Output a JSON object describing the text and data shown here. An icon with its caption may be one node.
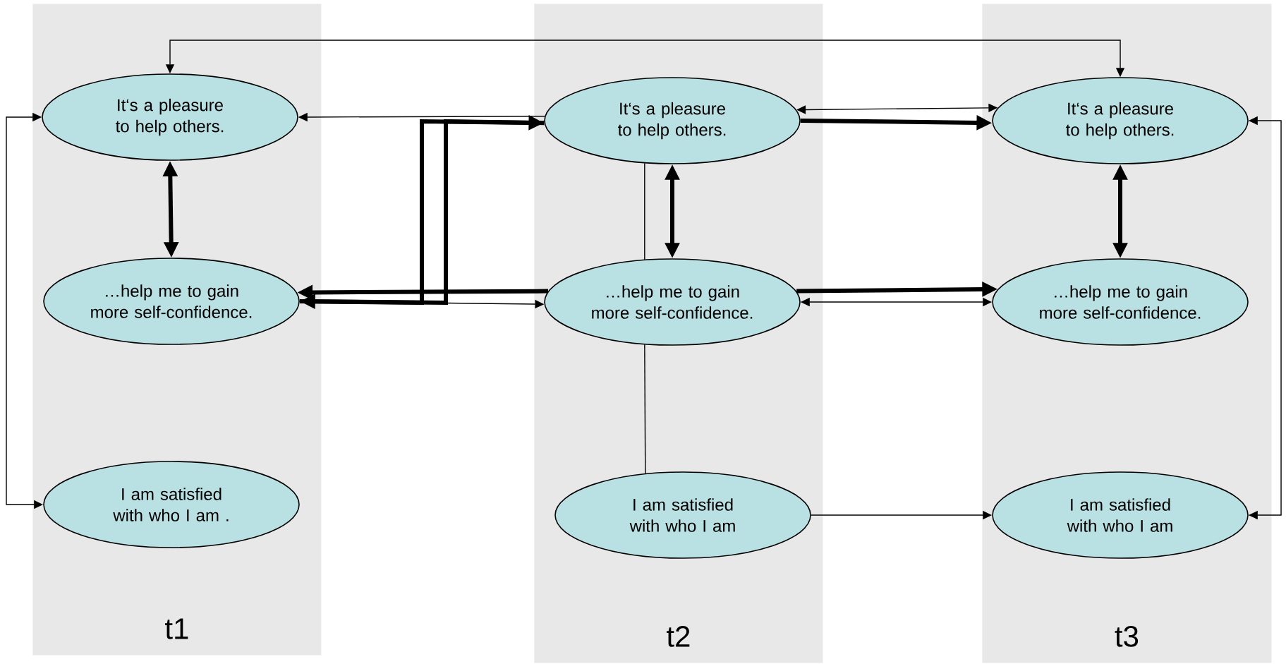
{
  "diagram": {
    "nodes": [
      {
        "text": [
          "t1"
        ]
      },
      {
        "text": [
          "It‘s a pleasure to help others."
        ],
        "in": 0
      },
      {
        "text": [
          "…help me to gain more self-confidence."
        ],
        "in": 0
      },
      {
        "text": [
          "I am satisfied with who I am ."
        ],
        "in": 0
      },
      {
        "text": [
          "t2"
        ]
      },
      {
        "text": [
          "It‘s a pleasure to help others."
        ],
        "in": 4
      },
      {
        "text": [
          "…help me to gain more self-confidence."
        ],
        "in": 4
      },
      {
        "text": [
          "I am satisfied with who I am"
        ],
        "in": 4
      },
      {
        "text": [
          "t3"
        ]
      },
      {
        "text": [
          "It‘s a pleasure to help others."
        ],
        "in": 8
      },
      {
        "text": [
          "…help me to gain more self-confidence."
        ],
        "in": 8
      },
      {
        "text": [
          "I am satisfied with who I am"
        ],
        "in": 8
      }
    ],
    "edges": [
      {
        "from": 1,
        "to": 9,
        "arrow": "both"
      },
      {
        "from": 1,
        "to": 3,
        "arrow": "both"
      },
      {
        "from": 9,
        "to": 11,
        "arrow": "both"
      },
      {
        "from": 1,
        "to": 2,
        "arrow": "both",
        "style": "thick"
      },
      {
        "from": 5,
        "to": 6,
        "arrow": "both",
        "style": "thick"
      },
      {
        "from": 9,
        "to": 10,
        "arrow": "both",
        "style": "thick"
      },
      {
        "from": 5,
        "to": 6,
        "arrow": "none"
      },
      {
        "from": 6,
        "to": 7,
        "arrow": "none"
      },
      {
        "from": 7,
        "to": 11,
        "arrow": "to"
      },
      {
        "from": 5,
        "to": 9,
        "arrow": "both"
      },
      {
        "from": 5,
        "to": 9,
        "arrow": "to",
        "style": "thick"
      },
      {
        "from": 6,
        "to": 10,
        "arrow": "to",
        "style": "thick"
      },
      {
        "from": 6,
        "to": 10,
        "arrow": "both"
      },
      {
        "from": 5,
        "to": 1,
        "arrow": "to"
      },
      {
        "from": 6,
        "to": 2,
        "arrow": "to",
        "style": "thick"
      },
      {
        "from": 5,
        "to": 2,
        "arrow": "to",
        "style": "thick"
      },
      {
        "from": 2,
        "to": 5,
        "arrow": "to",
        "style": "thick"
      },
      {
        "from": 2,
        "to": 6,
        "arrow": "to"
      }
    ]
  }
}
